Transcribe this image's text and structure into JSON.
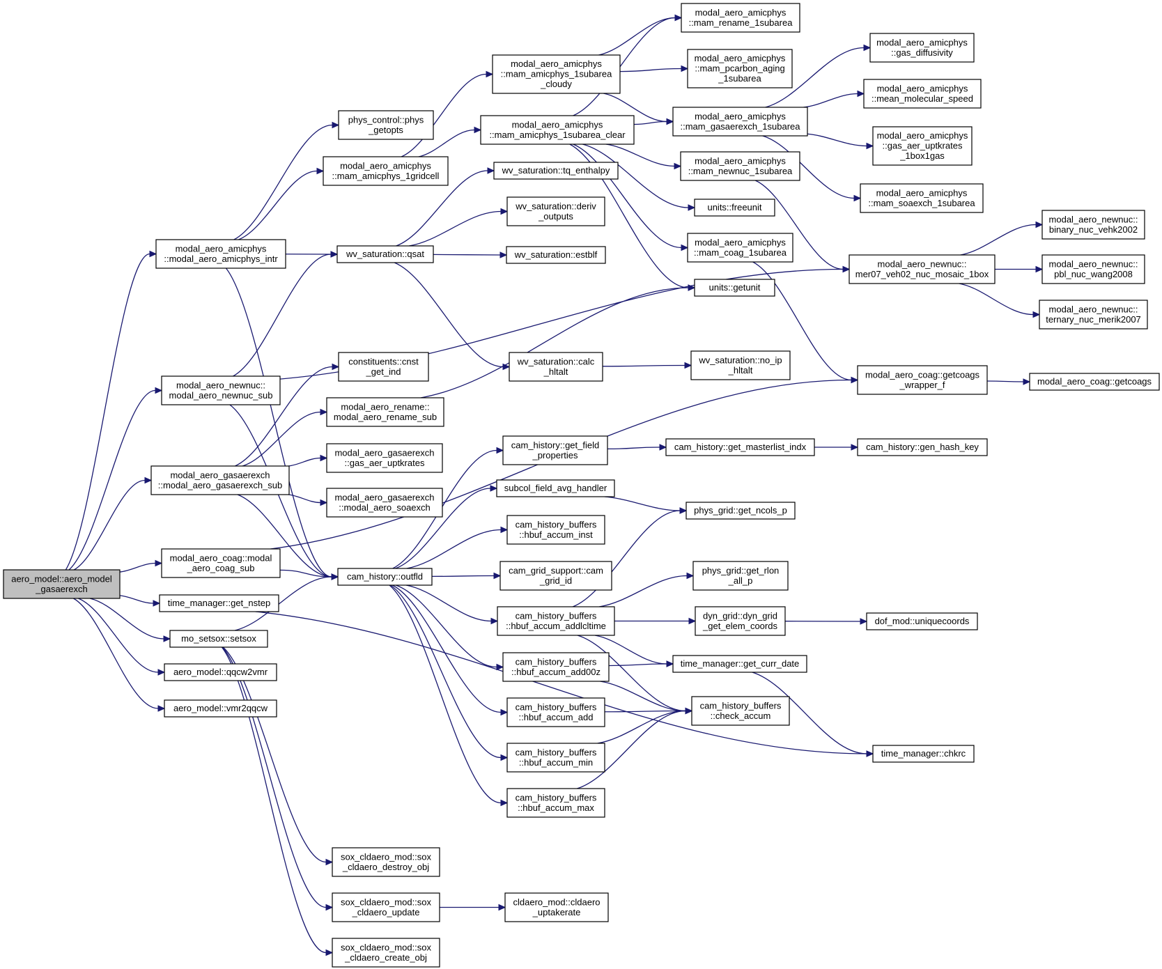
{
  "graph": {
    "nodes": [
      {
        "id": "n0",
        "lines": [
          "aero_model::aero_model",
          "_gasaerexch"
        ],
        "root": true
      },
      {
        "id": "n1",
        "lines": [
          "modal_aero_amicphys",
          "::modal_aero_amicphys_intr"
        ]
      },
      {
        "id": "n2",
        "lines": [
          "modal_aero_newnuc::",
          "modal_aero_newnuc_sub"
        ]
      },
      {
        "id": "n3",
        "lines": [
          "modal_aero_gasaerexch",
          "::modal_aero_gasaerexch_sub"
        ]
      },
      {
        "id": "n4",
        "lines": [
          "modal_aero_coag::modal",
          "_aero_coag_sub"
        ]
      },
      {
        "id": "n5",
        "lines": [
          "time_manager::get_nstep"
        ]
      },
      {
        "id": "n6",
        "lines": [
          "mo_setsox::setsox"
        ]
      },
      {
        "id": "n7",
        "lines": [
          "aero_model::qqcw2vmr"
        ]
      },
      {
        "id": "n8",
        "lines": [
          "aero_model::vmr2qqcw"
        ]
      },
      {
        "id": "n9",
        "lines": [
          "phys_control::phys",
          "_getopts"
        ]
      },
      {
        "id": "n10",
        "lines": [
          "modal_aero_amicphys",
          "::mam_amicphys_1gridcell"
        ]
      },
      {
        "id": "n11",
        "lines": [
          "wv_saturation::qsat"
        ]
      },
      {
        "id": "n12",
        "lines": [
          "cam_history::outfld"
        ]
      },
      {
        "id": "n13",
        "lines": [
          "constituents::cnst",
          "_get_ind"
        ]
      },
      {
        "id": "n14",
        "lines": [
          "modal_aero_rename::",
          "modal_aero_rename_sub"
        ]
      },
      {
        "id": "n15",
        "lines": [
          "modal_aero_gasaerexch",
          "::gas_aer_uptkrates"
        ]
      },
      {
        "id": "n16",
        "lines": [
          "modal_aero_gasaerexch",
          "::modal_aero_soaexch"
        ]
      },
      {
        "id": "n17",
        "lines": [
          "modal_aero_amicphys",
          "::mam_amicphys_1subarea",
          "_cloudy"
        ]
      },
      {
        "id": "n18",
        "lines": [
          "modal_aero_amicphys",
          "::mam_amicphys_1subarea_clear"
        ]
      },
      {
        "id": "n19",
        "lines": [
          "wv_saturation::tq_enthalpy"
        ]
      },
      {
        "id": "n20",
        "lines": [
          "wv_saturation::deriv",
          "_outputs"
        ]
      },
      {
        "id": "n21",
        "lines": [
          "wv_saturation::estblf"
        ]
      },
      {
        "id": "n22",
        "lines": [
          "wv_saturation::calc",
          "_hltalt"
        ]
      },
      {
        "id": "n23",
        "lines": [
          "modal_aero_amicphys",
          "::mam_rename_1subarea"
        ]
      },
      {
        "id": "n24",
        "lines": [
          "modal_aero_amicphys",
          "::mam_pcarbon_aging",
          "_1subarea"
        ]
      },
      {
        "id": "n25",
        "lines": [
          "modal_aero_amicphys",
          "::mam_gasaerexch_1subarea"
        ]
      },
      {
        "id": "n26",
        "lines": [
          "modal_aero_amicphys",
          "::mam_newnuc_1subarea"
        ]
      },
      {
        "id": "n27",
        "lines": [
          "units::freeunit"
        ]
      },
      {
        "id": "n28",
        "lines": [
          "modal_aero_amicphys",
          "::mam_coag_1subarea"
        ]
      },
      {
        "id": "n29",
        "lines": [
          "units::getunit"
        ]
      },
      {
        "id": "n30",
        "lines": [
          "wv_saturation::no_ip",
          "_hltalt"
        ]
      },
      {
        "id": "n31",
        "lines": [
          "modal_aero_amicphys",
          "::gas_diffusivity"
        ]
      },
      {
        "id": "n32",
        "lines": [
          "modal_aero_amicphys",
          "::mean_molecular_speed"
        ]
      },
      {
        "id": "n33",
        "lines": [
          "modal_aero_amicphys",
          "::gas_aer_uptkrates",
          "_1box1gas"
        ]
      },
      {
        "id": "n34",
        "lines": [
          "modal_aero_amicphys",
          "::mam_soaexch_1subarea"
        ]
      },
      {
        "id": "n35",
        "lines": [
          "modal_aero_newnuc::",
          "mer07_veh02_nuc_mosaic_1box"
        ]
      },
      {
        "id": "n36",
        "lines": [
          "modal_aero_newnuc::",
          "binary_nuc_vehk2002"
        ]
      },
      {
        "id": "n37",
        "lines": [
          "modal_aero_newnuc::",
          "pbl_nuc_wang2008"
        ]
      },
      {
        "id": "n38",
        "lines": [
          "modal_aero_newnuc::",
          "ternary_nuc_merik2007"
        ]
      },
      {
        "id": "n39",
        "lines": [
          "modal_aero_coag::getcoags",
          "_wrapper_f"
        ]
      },
      {
        "id": "n40",
        "lines": [
          "modal_aero_coag::getcoags"
        ]
      },
      {
        "id": "n41",
        "lines": [
          "cam_history::get_field",
          "_properties"
        ]
      },
      {
        "id": "n42",
        "lines": [
          "subcol_field_avg_handler"
        ]
      },
      {
        "id": "n43",
        "lines": [
          "cam_history_buffers",
          "::hbuf_accum_inst"
        ]
      },
      {
        "id": "n44",
        "lines": [
          "cam_grid_support::cam",
          "_grid_id"
        ]
      },
      {
        "id": "n45",
        "lines": [
          "cam_history_buffers",
          "::hbuf_accum_addlcltime"
        ]
      },
      {
        "id": "n46",
        "lines": [
          "cam_history_buffers",
          "::hbuf_accum_add00z"
        ]
      },
      {
        "id": "n47",
        "lines": [
          "cam_history_buffers",
          "::hbuf_accum_add"
        ]
      },
      {
        "id": "n48",
        "lines": [
          "cam_history_buffers",
          "::hbuf_accum_min"
        ]
      },
      {
        "id": "n49",
        "lines": [
          "cam_history_buffers",
          "::hbuf_accum_max"
        ]
      },
      {
        "id": "n50",
        "lines": [
          "cam_history::get_masterlist_indx"
        ]
      },
      {
        "id": "n51",
        "lines": [
          "cam_history::gen_hash_key"
        ]
      },
      {
        "id": "n52",
        "lines": [
          "phys_grid::get_ncols_p"
        ]
      },
      {
        "id": "n53",
        "lines": [
          "phys_grid::get_rlon",
          "_all_p"
        ]
      },
      {
        "id": "n54",
        "lines": [
          "dyn_grid::dyn_grid",
          "_get_elem_coords"
        ]
      },
      {
        "id": "n55",
        "lines": [
          "dof_mod::uniquecoords"
        ]
      },
      {
        "id": "n56",
        "lines": [
          "time_manager::get_curr_date"
        ]
      },
      {
        "id": "n57",
        "lines": [
          "cam_history_buffers",
          "::check_accum"
        ]
      },
      {
        "id": "n58",
        "lines": [
          "time_manager::chkrc"
        ]
      },
      {
        "id": "n59",
        "lines": [
          "sox_cldaero_mod::sox",
          "_cldaero_destroy_obj"
        ]
      },
      {
        "id": "n60",
        "lines": [
          "sox_cldaero_mod::sox",
          "_cldaero_update"
        ]
      },
      {
        "id": "n61",
        "lines": [
          "sox_cldaero_mod::sox",
          "_cldaero_create_obj"
        ]
      },
      {
        "id": "n62",
        "lines": [
          "cldaero_mod::cldaero",
          "_uptakerate"
        ]
      }
    ],
    "edges": [
      [
        "n0",
        "n1"
      ],
      [
        "n0",
        "n2"
      ],
      [
        "n0",
        "n3"
      ],
      [
        "n0",
        "n4"
      ],
      [
        "n0",
        "n5"
      ],
      [
        "n0",
        "n6"
      ],
      [
        "n0",
        "n7"
      ],
      [
        "n0",
        "n8"
      ],
      [
        "n1",
        "n9"
      ],
      [
        "n1",
        "n10"
      ],
      [
        "n1",
        "n11"
      ],
      [
        "n1",
        "n12"
      ],
      [
        "n10",
        "n17"
      ],
      [
        "n10",
        "n18"
      ],
      [
        "n17",
        "n23"
      ],
      [
        "n17",
        "n24"
      ],
      [
        "n17",
        "n25"
      ],
      [
        "n18",
        "n23"
      ],
      [
        "n18",
        "n25"
      ],
      [
        "n18",
        "n26"
      ],
      [
        "n18",
        "n27"
      ],
      [
        "n18",
        "n28"
      ],
      [
        "n18",
        "n29"
      ],
      [
        "n25",
        "n31"
      ],
      [
        "n25",
        "n32"
      ],
      [
        "n25",
        "n33"
      ],
      [
        "n25",
        "n34"
      ],
      [
        "n26",
        "n35"
      ],
      [
        "n28",
        "n39"
      ],
      [
        "n35",
        "n36"
      ],
      [
        "n35",
        "n37"
      ],
      [
        "n35",
        "n38"
      ],
      [
        "n39",
        "n40"
      ],
      [
        "n11",
        "n19"
      ],
      [
        "n11",
        "n20"
      ],
      [
        "n11",
        "n21"
      ],
      [
        "n11",
        "n22"
      ],
      [
        "n22",
        "n30"
      ],
      [
        "n2",
        "n11"
      ],
      [
        "n2",
        "n35"
      ],
      [
        "n2",
        "n12"
      ],
      [
        "n3",
        "n13"
      ],
      [
        "n3",
        "n14"
      ],
      [
        "n3",
        "n15"
      ],
      [
        "n3",
        "n16"
      ],
      [
        "n3",
        "n12"
      ],
      [
        "n14",
        "n29"
      ],
      [
        "n4",
        "n39"
      ],
      [
        "n4",
        "n12"
      ],
      [
        "n5",
        "n58"
      ],
      [
        "n6",
        "n12"
      ],
      [
        "n6",
        "n59"
      ],
      [
        "n6",
        "n60"
      ],
      [
        "n6",
        "n61"
      ],
      [
        "n60",
        "n62"
      ],
      [
        "n12",
        "n41"
      ],
      [
        "n12",
        "n42"
      ],
      [
        "n12",
        "n43"
      ],
      [
        "n12",
        "n44"
      ],
      [
        "n12",
        "n45"
      ],
      [
        "n12",
        "n46"
      ],
      [
        "n12",
        "n47"
      ],
      [
        "n12",
        "n48"
      ],
      [
        "n12",
        "n49"
      ],
      [
        "n41",
        "n50"
      ],
      [
        "n50",
        "n51"
      ],
      [
        "n42",
        "n52"
      ],
      [
        "n45",
        "n52"
      ],
      [
        "n45",
        "n53"
      ],
      [
        "n45",
        "n54"
      ],
      [
        "n45",
        "n56"
      ],
      [
        "n45",
        "n57"
      ],
      [
        "n54",
        "n55"
      ],
      [
        "n46",
        "n56"
      ],
      [
        "n46",
        "n57"
      ],
      [
        "n47",
        "n57"
      ],
      [
        "n48",
        "n57"
      ],
      [
        "n49",
        "n57"
      ],
      [
        "n56",
        "n58"
      ]
    ]
  }
}
